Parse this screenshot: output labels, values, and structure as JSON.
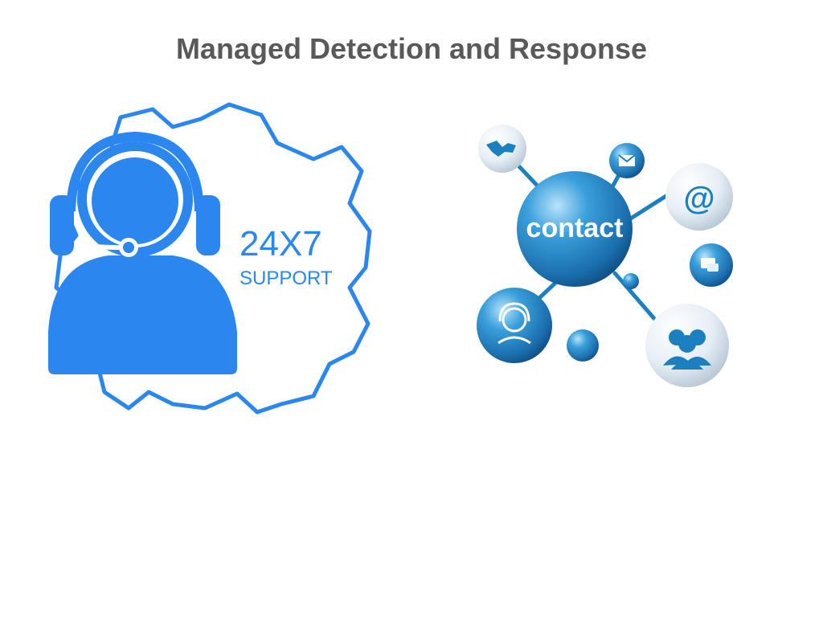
{
  "slide": {
    "title": "Managed Detection and Response"
  },
  "support_graphic": {
    "big_text": "24X7",
    "small_text": "SUPPORT",
    "icons": [
      "gear-outline-icon",
      "headset-agent-icon"
    ],
    "colors": {
      "primary_blue": "#2b87ee"
    }
  },
  "contact_graphic": {
    "center_label": "contact",
    "at_symbol": "@",
    "icons": [
      "world-map-icon",
      "envelope-icon",
      "at-sign-icon",
      "chat-bubbles-icon",
      "support-agent-icon",
      "group-icon"
    ],
    "colors": {
      "sphere_blue": "#1b7fc0",
      "sphere_light": "#dfe9f1"
    }
  }
}
